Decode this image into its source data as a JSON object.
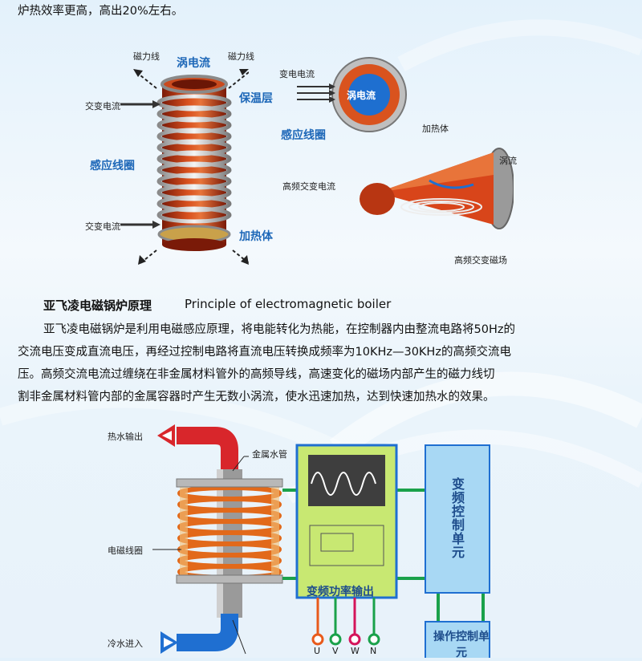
{
  "top_text": "炉热效率更高，高出20%左右。",
  "coil_diagram": {
    "label_eddy": "涡电流",
    "label_flux_left": "磁力线",
    "label_flux_right": "磁力线",
    "label_ac_top": "交变电流",
    "label_ac_bottom": "交变电流",
    "label_insulation": "保温层",
    "label_coil": "感应线圈",
    "label_heater": "加热体"
  },
  "circle_diagram": {
    "label_ac": "变电电流",
    "label_eddy": "涡电流",
    "label_coil": "感应线圈"
  },
  "cone_diagram": {
    "label_heater": "加热体",
    "label_eddy": "涡流",
    "label_hf_current": "高频交变电流",
    "label_hf_field": "高频交变磁场"
  },
  "section": {
    "title_cn": "亚飞凌电磁锅炉原理",
    "title_en": "Principle of electromagnetic boiler",
    "para_line1": "亚飞凌电磁锅炉是利用电磁感应原理，将电能转化为热能，在控制器内由整流电路将50Hz的",
    "para_line2": "交流电压变成直流电压，再经过控制电路将直流电压转换成频率为10KHz—30KHz的高频交流电",
    "para_line3": "压。高频交流电流过缠绕在非金属材料管外的高频导线，高速变化的磁场内部产生的磁力线切",
    "para_line4": "割非金属材料管内部的金属容器时产生无数小涡流，使水迅速加热，达到快速加热水的效果。"
  },
  "boiler_diagram": {
    "label_hot_out": "热水输出",
    "label_metal_pipe": "金属水管",
    "label_em_coil": "电磁线圈",
    "label_cold_in": "冷水进入",
    "label_power_output": "变频功率输出",
    "label_vf_control": "变频控制单元",
    "label_op_control": "操作控制单元",
    "terminals": [
      "U",
      "V",
      "W",
      "N"
    ],
    "terminal_colors": [
      "#e85a1b",
      "#1aa14a",
      "#d4145a",
      "#1aa14a"
    ]
  }
}
